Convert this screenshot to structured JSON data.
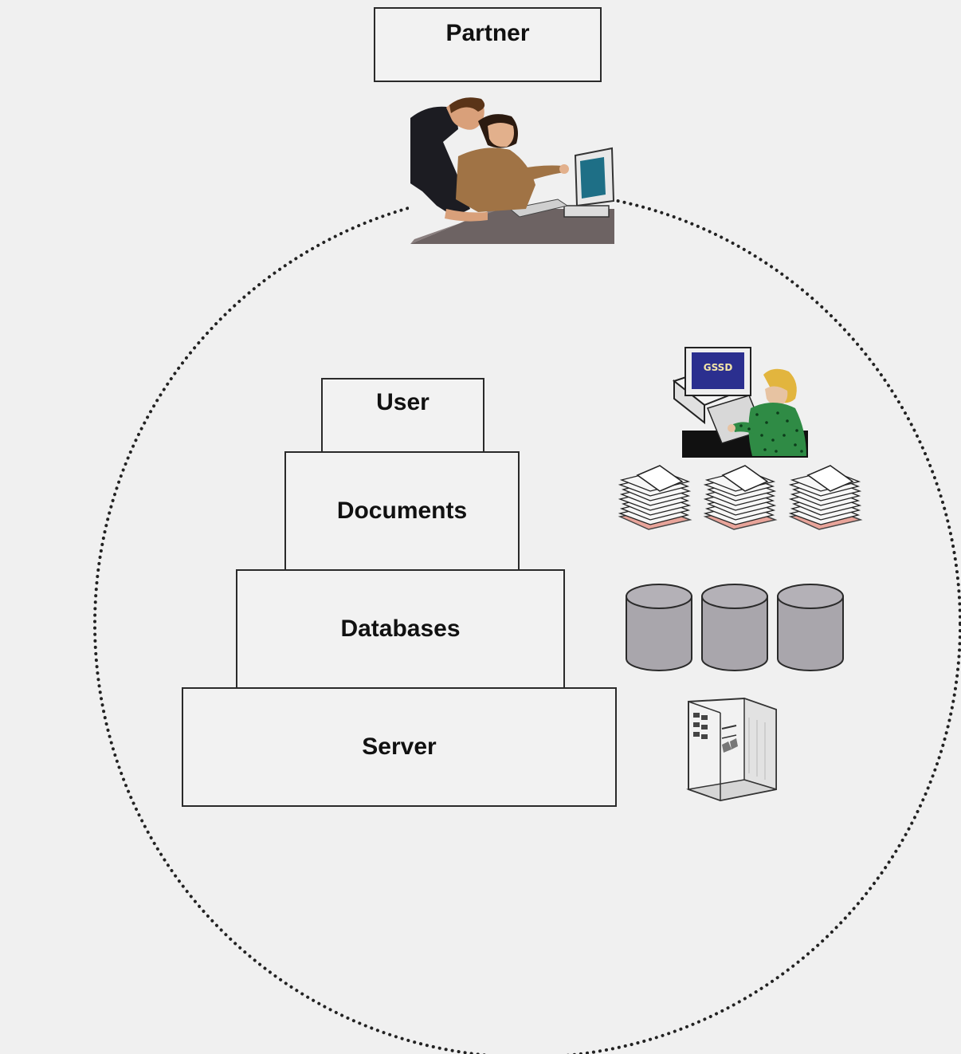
{
  "labels": {
    "partner": "Partner",
    "user": "User",
    "documents": "Documents",
    "databases": "Databases",
    "server": "Server"
  },
  "icons": {
    "partner_illustration": "two-people-at-computer-icon",
    "user_illustration": "person-at-computer-icon",
    "user_monitor_text": "GSSD",
    "documents_illustration": "document-stack-icon",
    "documents_count": 3,
    "databases_illustration": "database-cylinder-icon",
    "databases_count": 3,
    "server_illustration": "server-tower-icon"
  },
  "colors": {
    "background": "#f0f0f0",
    "box_border": "#2a2a2a",
    "circle_dots": "#222222",
    "database_fill": "#a9a6ac"
  }
}
